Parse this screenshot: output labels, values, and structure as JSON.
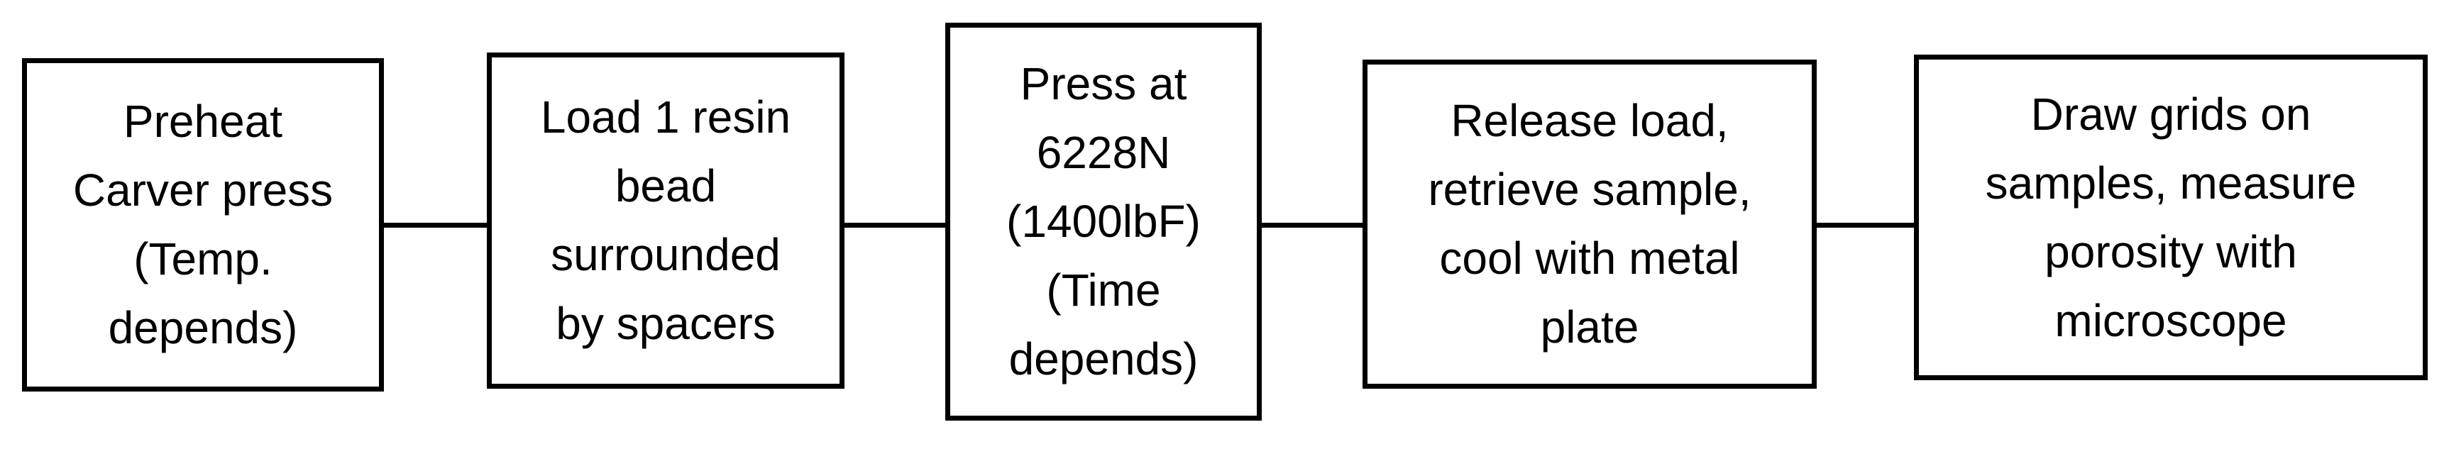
{
  "diagram": {
    "type": "flowchart",
    "direction": "left-to-right",
    "colors": {
      "page_background": "#ffffff",
      "box_fill": "#ffffff",
      "box_border": "#000000",
      "text": "#000000",
      "connector": "#000000"
    },
    "steps": [
      {
        "id": 1,
        "text": "Preheat\nCarver press\n(Temp.\ndepends)"
      },
      {
        "id": 2,
        "text": "Load 1 resin\nbead\nsurrounded\nby spacers"
      },
      {
        "id": 3,
        "text": "Press at\n6228N\n(1400lbF)\n(Time\ndepends)"
      },
      {
        "id": 4,
        "text": "Release load,\nretrieve sample,\ncool with metal\nplate"
      },
      {
        "id": 5,
        "text": "Draw grids on\nsamples, measure\nporosity with\nmicroscope"
      }
    ]
  }
}
